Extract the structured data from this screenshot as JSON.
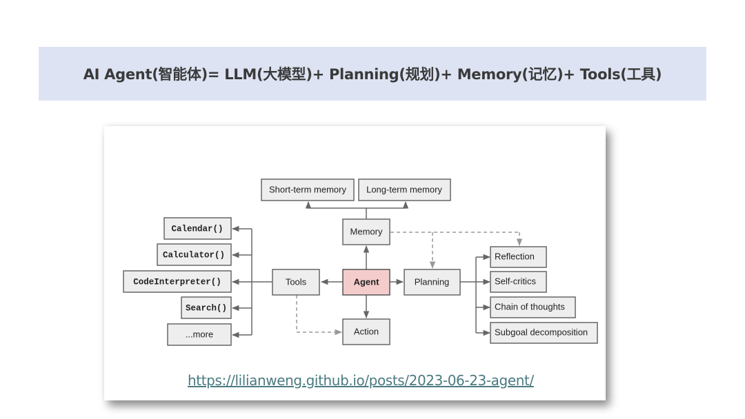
{
  "header": {
    "title": "AI Agent(智能体)= LLM(大模型)+ Planning(规划)+ Memory(记忆)+ Tools(工具)"
  },
  "diagram": {
    "nodes": {
      "short_term_memory": "Short-term memory",
      "long_term_memory": "Long-term memory",
      "memory": "Memory",
      "agent": "Agent",
      "tools": "Tools",
      "planning": "Planning",
      "action": "Action",
      "calendar": "Calendar()",
      "calculator": "Calculator()",
      "code_interpreter": "CodeInterpreter()",
      "search": "Search()",
      "more": "...more",
      "reflection": "Reflection",
      "self_critics": "Self-critics",
      "chain_of_thoughts": "Chain of thoughts",
      "subgoal_decomposition": "Subgoal decomposition"
    },
    "colors": {
      "agent_fill": "#f5cccc",
      "node_fill": "#eeeeee",
      "banner_bg": "#dde3f2",
      "link_color": "#4a7a80"
    }
  },
  "footer": {
    "source_link": "https://lilianweng.github.io/posts/2023-06-23-agent/"
  }
}
